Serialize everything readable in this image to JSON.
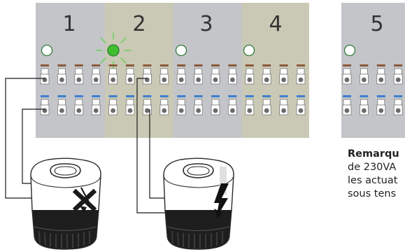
{
  "zones": [
    {
      "number": "1",
      "led": "off",
      "background": "#c3c5c9"
    },
    {
      "number": "2",
      "led": "on",
      "background": "#c9c9b5"
    },
    {
      "number": "3",
      "led": "off",
      "background": "#c3c5c9"
    },
    {
      "number": "4",
      "led": "off",
      "background": "#c9c9b5"
    },
    {
      "number": "5",
      "led": "off",
      "background": "#c3c5c9"
    }
  ],
  "remark": {
    "title": "Remarqu",
    "lines": [
      "de 230VA",
      "les actuat",
      "sous tens"
    ]
  },
  "actuators": [
    {
      "name": "actuator-1",
      "status": "no-power",
      "status_icon": "cross-icon"
    },
    {
      "name": "actuator-2",
      "status": "powered",
      "status_icon": "lightning-icon"
    }
  ],
  "colors": {
    "led_on": "#3fbf2c",
    "led_off": "#ffffff",
    "wire_brown": "#8b5a3c",
    "wire_blue": "#3d7fd0"
  }
}
